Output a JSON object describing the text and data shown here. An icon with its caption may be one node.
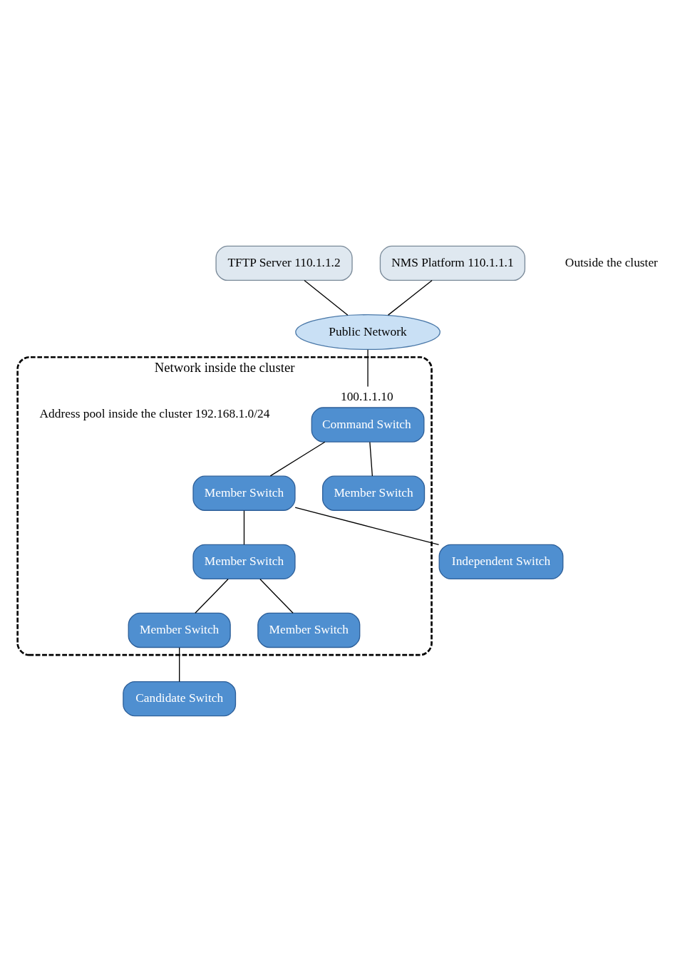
{
  "diagram": {
    "nodes": [
      {
        "text": [
          "TFTP Server 110.1.1.2"
        ]
      },
      {
        "text": [
          "NMS Platform 110.1.1.1"
        ]
      },
      {
        "text": [
          "Public Network"
        ]
      },
      {
        "text": [
          "Network inside the cluster"
        ]
      },
      {
        "text": [
          "Command Switch"
        ],
        "beside": [
          "100.1.1.10"
        ],
        "in": 3
      },
      {
        "text": [
          "Member Switch"
        ],
        "in": 3
      },
      {
        "text": [
          "Member Switch"
        ],
        "in": 3
      },
      {
        "text": [
          "Member Switch"
        ],
        "in": 3
      },
      {
        "text": [
          "Member Switch"
        ],
        "in": 3
      },
      {
        "text": [
          "Member Switch"
        ],
        "in": 3
      },
      {
        "text": [
          "Independent Switch"
        ]
      },
      {
        "text": [
          "Candidate Switch"
        ]
      }
    ],
    "edges": [
      {
        "from": 0,
        "to": 2,
        "arrow": "none"
      },
      {
        "from": 1,
        "to": 2,
        "arrow": "none"
      },
      {
        "from": 2,
        "to": 4,
        "arrow": "none"
      },
      {
        "from": 4,
        "to": 5,
        "arrow": "none"
      },
      {
        "from": 4,
        "to": 6,
        "arrow": "none"
      },
      {
        "from": 5,
        "to": 7,
        "arrow": "none"
      },
      {
        "from": 7,
        "to": 9,
        "arrow": "none"
      },
      {
        "from": 7,
        "to": 8,
        "arrow": "none"
      },
      {
        "from": 5,
        "to": 10,
        "arrow": "none"
      },
      {
        "from": 8,
        "to": 11,
        "arrow": "none"
      }
    ],
    "labels": [
      "Address pool inside the cluster 192.168.1.0/24",
      "Outside the cluster"
    ]
  }
}
